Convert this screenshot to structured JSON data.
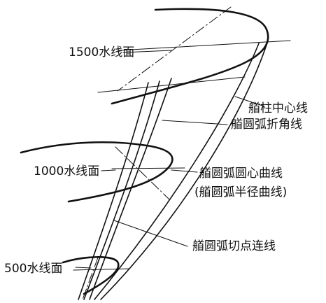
{
  "labels": {
    "wl1500": "1500水线面",
    "wl1000": "1000水线面",
    "wl500": "500水线面",
    "stem_centerline": "艏柱中心线",
    "knuckle_line": "艏圆弧折角线",
    "arc_center_curve": "艏圆弧圆心曲线",
    "arc_radius_curve": "(艏圆弧半径曲线)",
    "tangent_line": "艏圆弧切点连线"
  },
  "colors": {
    "ink": "#111111",
    "background": "#ffffff"
  }
}
